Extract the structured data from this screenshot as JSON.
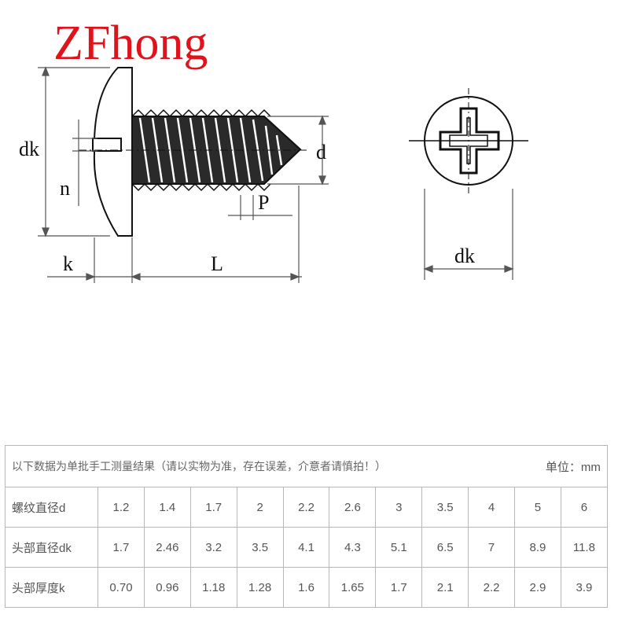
{
  "brand": "ZFhong",
  "drawing": {
    "labels": {
      "dk": "dk",
      "n": "n",
      "d": "d",
      "p": "P",
      "k": "k",
      "L": "L",
      "dk_top": "dk"
    }
  },
  "table": {
    "note": "以下数据为单批手工测量结果（请以实物为准，存在误差，介意者请慎拍！）",
    "unit": "单位：mm",
    "rows": [
      {
        "label": "螺纹直径d",
        "values": [
          "1.2",
          "1.4",
          "1.7",
          "2",
          "2.2",
          "2.6",
          "3",
          "3.5",
          "4",
          "5",
          "6"
        ]
      },
      {
        "label": "头部直径dk",
        "values": [
          "1.7",
          "2.46",
          "3.2",
          "3.5",
          "4.1",
          "4.3",
          "5.1",
          "6.5",
          "7",
          "8.9",
          "11.8"
        ]
      },
      {
        "label": "头部厚度k",
        "values": [
          "0.70",
          "0.96",
          "1.18",
          "1.28",
          "1.6",
          "1.65",
          "1.7",
          "2.1",
          "2.2",
          "2.9",
          "3.9"
        ]
      }
    ]
  }
}
